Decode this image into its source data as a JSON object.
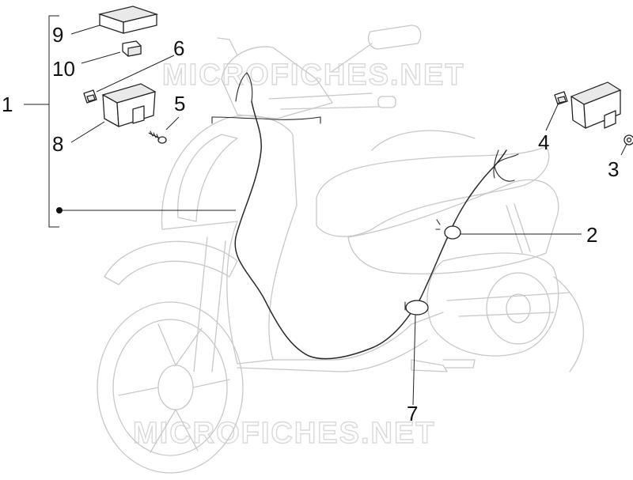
{
  "watermarks": [
    "MICROFICHES.NET",
    "MICROFICHES.NET"
  ],
  "callouts": [
    {
      "id": "1",
      "label": "1"
    },
    {
      "id": "2",
      "label": "2"
    },
    {
      "id": "3",
      "label": "3"
    },
    {
      "id": "4",
      "label": "4"
    },
    {
      "id": "5",
      "label": "5"
    },
    {
      "id": "6",
      "label": "6"
    },
    {
      "id": "7",
      "label": "7"
    },
    {
      "id": "8",
      "label": "8"
    },
    {
      "id": "9",
      "label": "9"
    },
    {
      "id": "10",
      "label": "10"
    }
  ],
  "colors": {
    "line": "#222222",
    "ghost": "#c8c8c8",
    "watermark": "#d9d9d9"
  }
}
